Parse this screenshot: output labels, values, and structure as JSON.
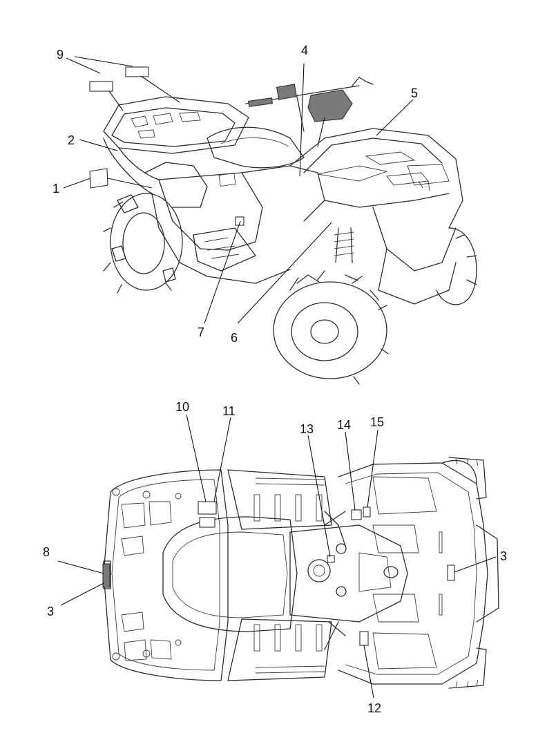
{
  "callouts": [
    {
      "id": "c9",
      "label": "9"
    },
    {
      "id": "c4",
      "label": "4"
    },
    {
      "id": "c5",
      "label": "5"
    },
    {
      "id": "c2",
      "label": "2"
    },
    {
      "id": "c1",
      "label": "1"
    },
    {
      "id": "c7",
      "label": "7"
    },
    {
      "id": "c6",
      "label": "6"
    },
    {
      "id": "c10",
      "label": "10"
    },
    {
      "id": "c11",
      "label": "11"
    },
    {
      "id": "c13",
      "label": "13"
    },
    {
      "id": "c14",
      "label": "14"
    },
    {
      "id": "c15",
      "label": "15"
    },
    {
      "id": "c8",
      "label": "8"
    },
    {
      "id": "c3a",
      "label": "3"
    },
    {
      "id": "c3b",
      "label": "3"
    },
    {
      "id": "c12",
      "label": "12"
    }
  ]
}
